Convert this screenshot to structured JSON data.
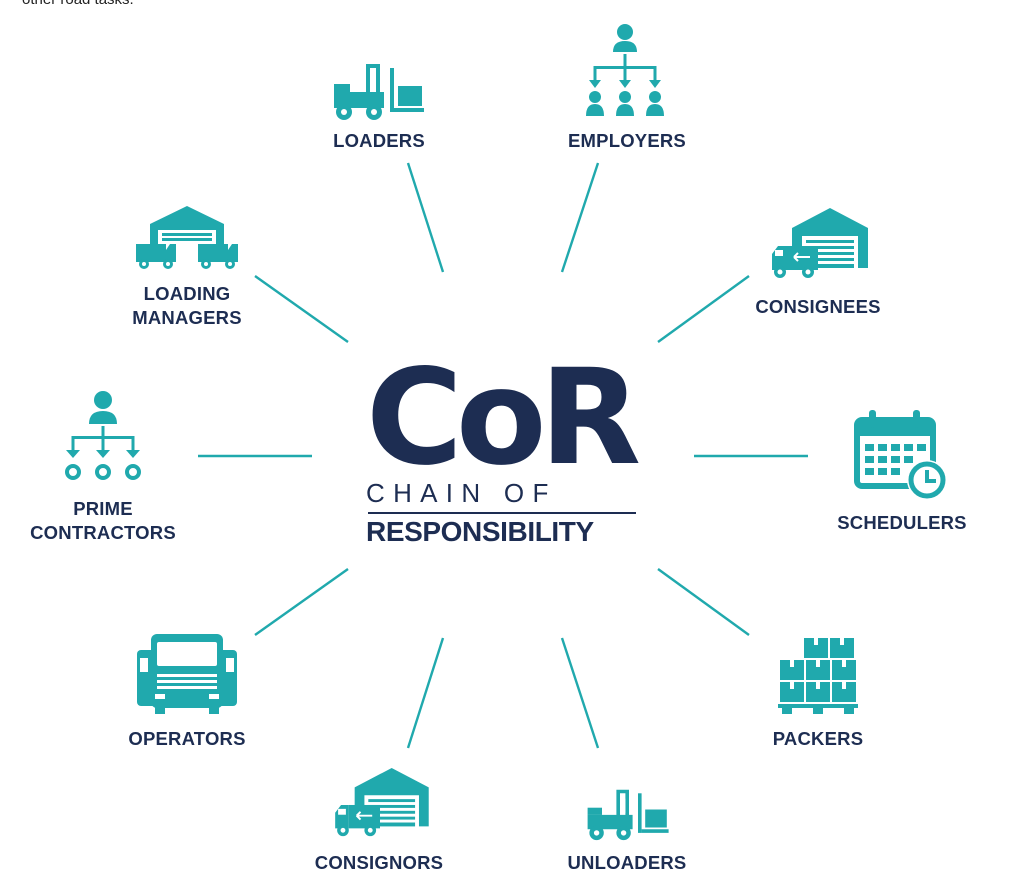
{
  "caption_fragment": "other road tasks.",
  "logo": {
    "acronym": "CoR",
    "subtitle_top": "CHAIN OF",
    "subtitle_bottom": "RESPONSIBILITY"
  },
  "colors": {
    "navy": "#1d2d52",
    "teal": "#20a9ad"
  },
  "roles": [
    {
      "id": "loaders",
      "lines": [
        "LOADERS"
      ],
      "icon": "forklift-icon"
    },
    {
      "id": "employers",
      "lines": [
        "EMPLOYERS"
      ],
      "icon": "hierarchy-team-icon"
    },
    {
      "id": "consignees",
      "lines": [
        "CONSIGNEES"
      ],
      "icon": "warehouse-truck-icon"
    },
    {
      "id": "schedulers",
      "lines": [
        "SCHEDULERS"
      ],
      "icon": "calendar-clock-icon"
    },
    {
      "id": "packers",
      "lines": [
        "PACKERS"
      ],
      "icon": "pallet-boxes-icon"
    },
    {
      "id": "unloaders",
      "lines": [
        "UNLOADERS"
      ],
      "icon": "forklift-icon"
    },
    {
      "id": "consignors",
      "lines": [
        "CONSIGNORS"
      ],
      "icon": "warehouse-truck-icon"
    },
    {
      "id": "operators",
      "lines": [
        "OPERATORS"
      ],
      "icon": "truck-fleet-icon"
    },
    {
      "id": "prime-contractors",
      "lines": [
        "PRIME",
        "CONTRACTORS"
      ],
      "icon": "person-network-icon"
    },
    {
      "id": "loading-managers",
      "lines": [
        "LOADING",
        "MANAGERS"
      ],
      "icon": "warehouse-two-trucks-icon"
    }
  ]
}
